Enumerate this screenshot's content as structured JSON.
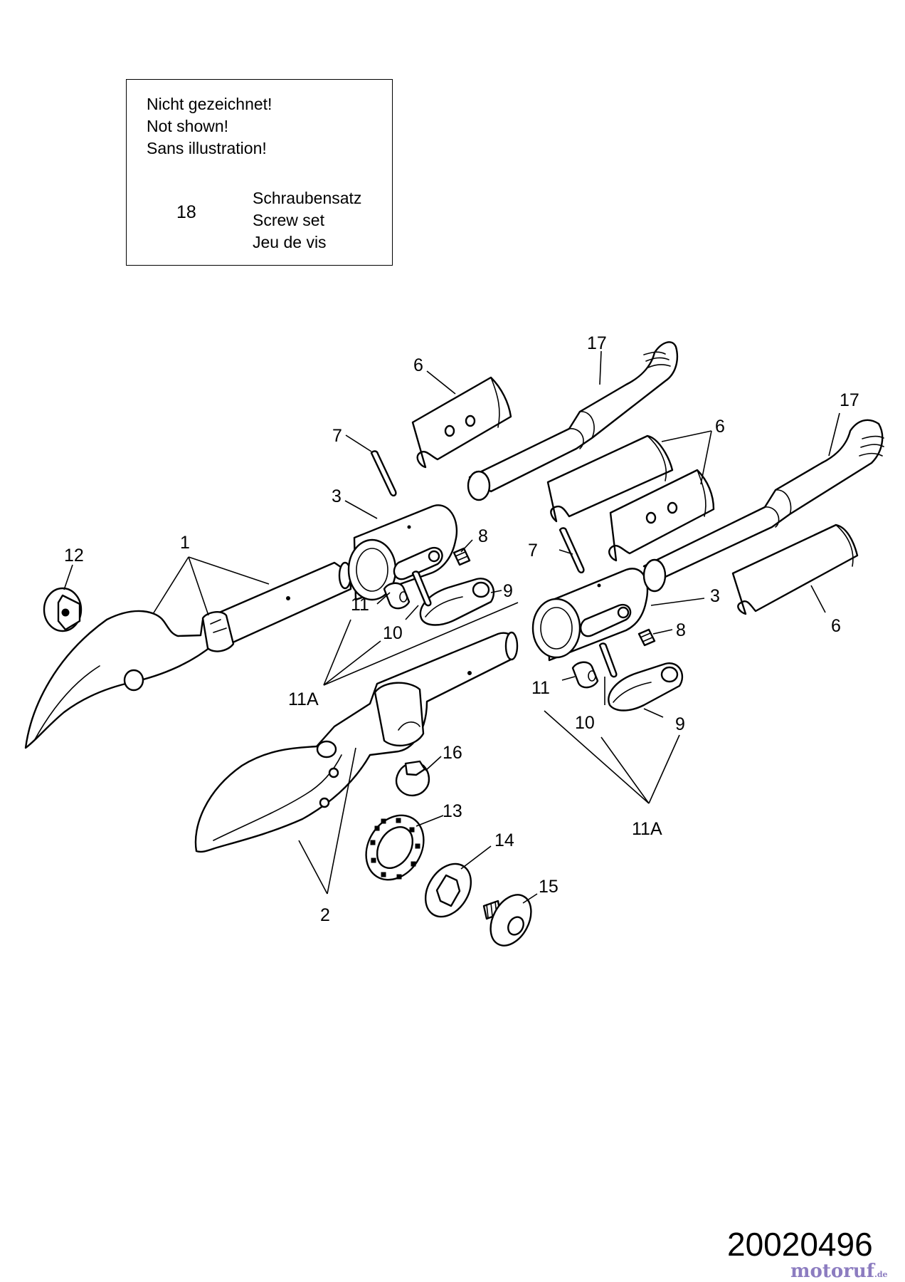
{
  "note_box": {
    "lines": [
      "Nicht gezeichnet!",
      "Not shown!",
      "Sans illustration!"
    ],
    "item_number": "18",
    "item_descriptions": [
      "Schraubensatz",
      "Screw set",
      "Jeu de vis"
    ]
  },
  "callouts": {
    "c1": "1",
    "c2": "2",
    "c3a": "3",
    "c3b": "3",
    "c6a": "6",
    "c6b": "6",
    "c6c": "6",
    "c7a": "7",
    "c7b": "7",
    "c8a": "8",
    "c8b": "8",
    "c9a": "9",
    "c9b": "9",
    "c10a": "10",
    "c10b": "10",
    "c11a": "11",
    "c11b": "11",
    "c11Aa": "11A",
    "c11Ab": "11A",
    "c12": "12",
    "c13": "13",
    "c14": "14",
    "c15": "15",
    "c16": "16",
    "c17a": "17",
    "c17b": "17"
  },
  "diagram_number": "20020496",
  "watermark": {
    "text": "motoruf",
    "suffix": ".de"
  }
}
